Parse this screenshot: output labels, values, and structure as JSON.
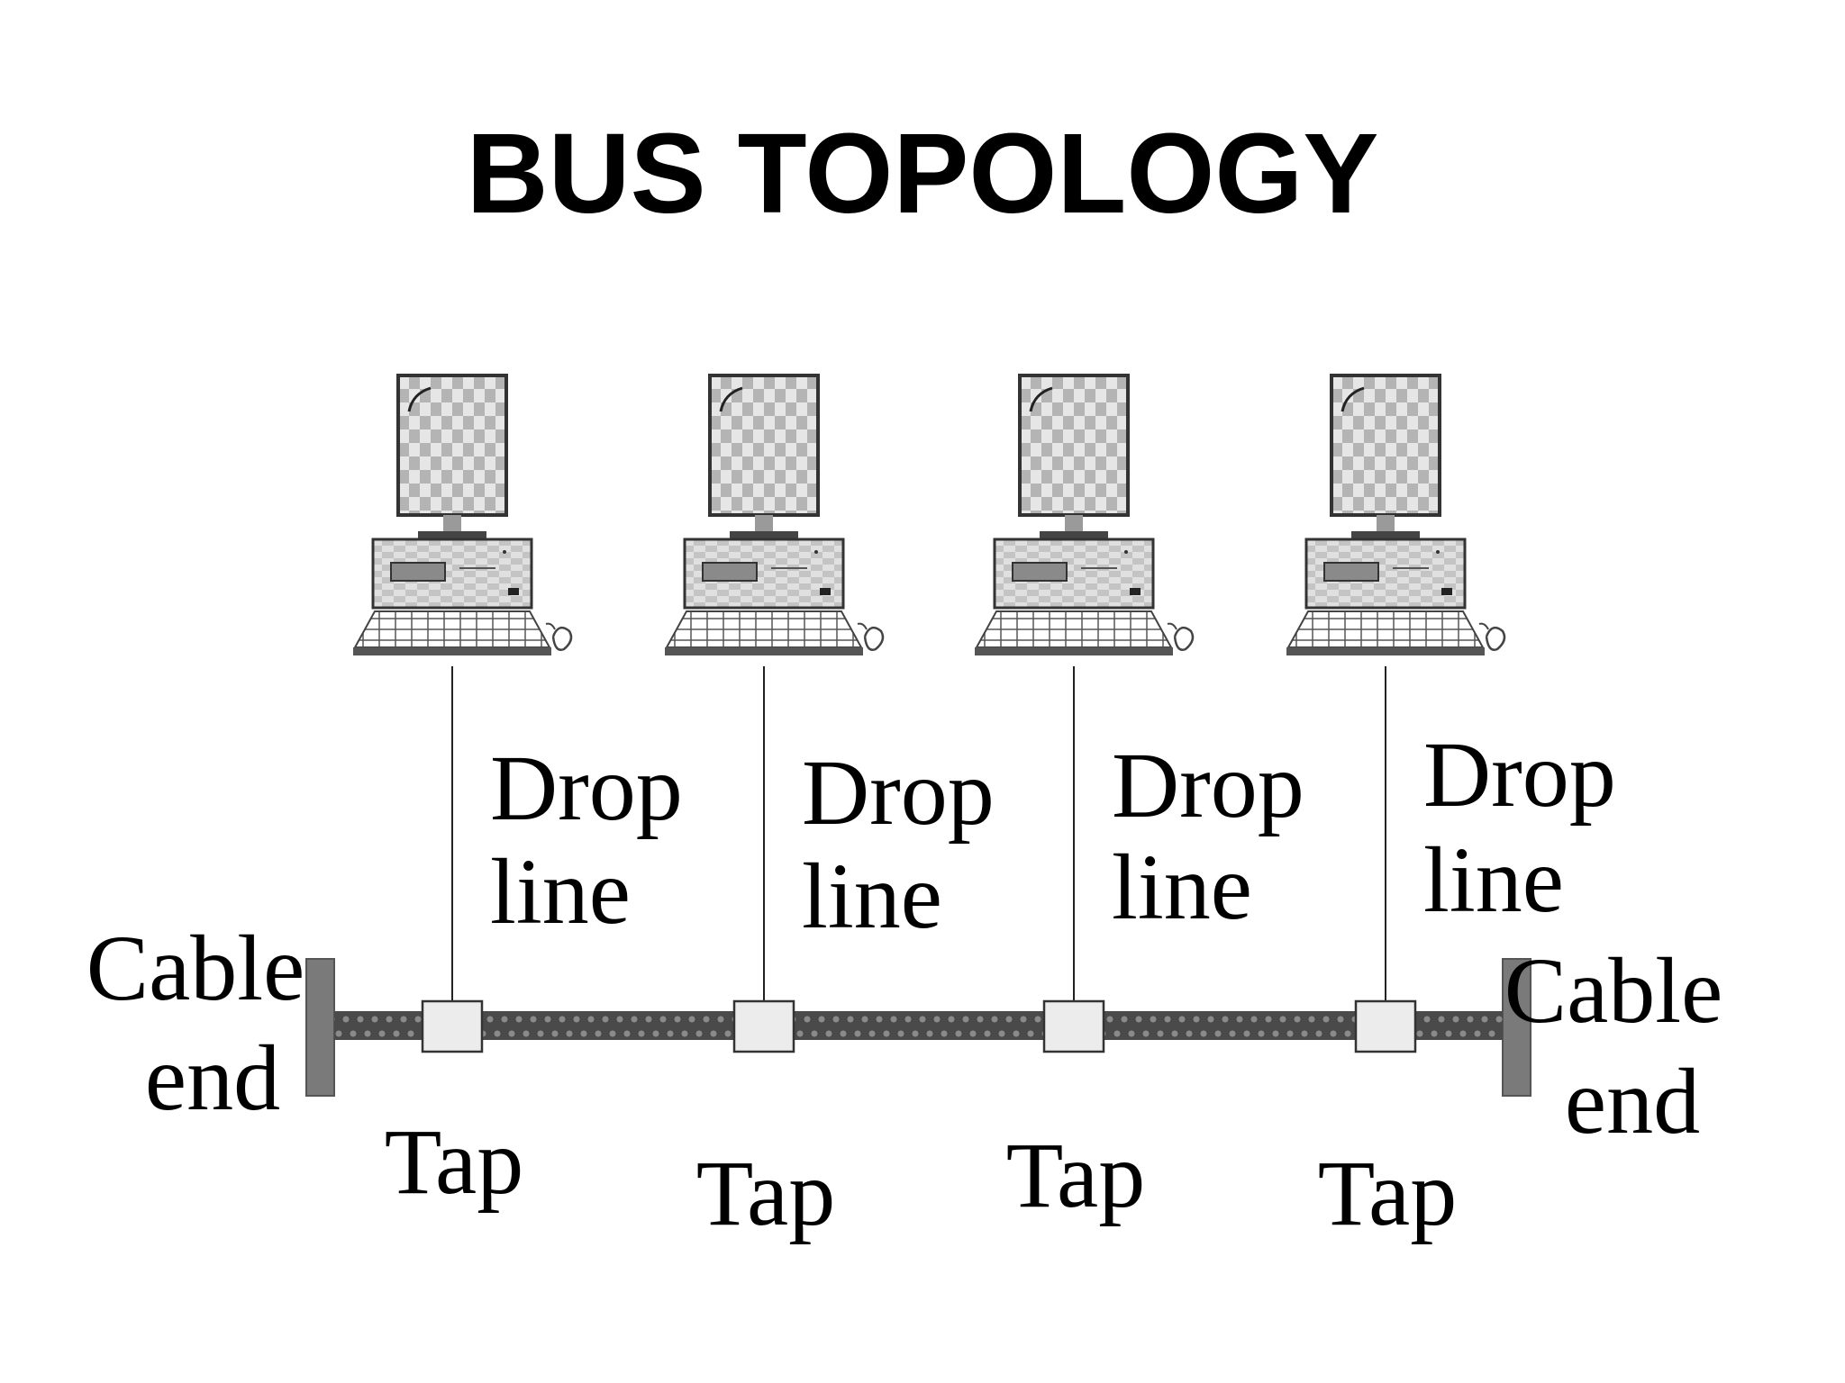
{
  "title": "BUS TOPOLOGY",
  "nodes": [
    {
      "drop_label": [
        "Drop",
        "line"
      ],
      "tap_label": "Tap",
      "icon": "desktop-computer-icon"
    },
    {
      "drop_label": [
        "Drop",
        "line"
      ],
      "tap_label": "Tap",
      "icon": "desktop-computer-icon"
    },
    {
      "drop_label": [
        "Drop",
        "line"
      ],
      "tap_label": "Tap",
      "icon": "desktop-computer-icon"
    },
    {
      "drop_label": [
        "Drop",
        "line"
      ],
      "tap_label": "Tap",
      "icon": "desktop-computer-icon"
    }
  ],
  "cable_ends": [
    {
      "label": [
        "Cable",
        "end"
      ]
    },
    {
      "label": [
        "Cable",
        "end"
      ]
    }
  ],
  "colors": {
    "cable": "#4a4a4a",
    "terminator": "#7a7a7a",
    "tap": "#ececec",
    "screen_light": "#e6e6e6",
    "screen_dark": "#b4b4b4"
  }
}
